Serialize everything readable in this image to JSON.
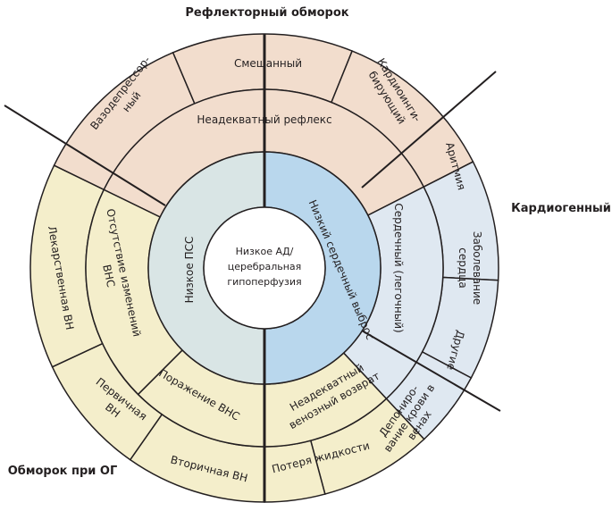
{
  "colors": {
    "reflex": "#f2ddcd",
    "cardio": "#dfe8f1",
    "orthostatic": "#f4eecb",
    "low_tpr": "#d9e5e5",
    "low_output": "#b9d7ed",
    "line": "#231f20",
    "white": "#ffffff"
  },
  "labels": {
    "reflex_syncope": "Рефлекторный обморок",
    "cardiogenic": "Кардиогенный",
    "orthostatic_syncope": "Обморок при ОГ"
  },
  "center": [
    "Низкое АД/",
    "церебральная",
    "гипоперфузия"
  ],
  "inner": {
    "low_tpr": "Низкое ПСС",
    "low_output": "Низкий сердечный выброс"
  },
  "middle": {
    "inadequate_reflex": "Неадекватный рефлекс",
    "cardiac": "Сердечный (легочный)",
    "inadequate_return": [
      "Неадекватный",
      "венозный возврат"
    ],
    "ans_damage": "Поражение ВНС",
    "no_ans_change": [
      "Отсутствие изменений",
      "ВНС"
    ]
  },
  "outer": {
    "vasodepressor": [
      "Вазодепрессор-",
      "ный"
    ],
    "mixed": "Смешанный",
    "cardioinhibitory": [
      "Кардиоинги-",
      "бирующий"
    ],
    "arrhythmia": "Аритмия",
    "heart_disease": [
      "Заболевание",
      "сердца"
    ],
    "other": "Другие",
    "venous_pooling": [
      "Депониро-",
      "вание крови в",
      "венах"
    ],
    "fluid_loss": "Потеря жидкости",
    "secondary_ans": "Вторичная ВН",
    "primary_ans": [
      "Первичная",
      "ВН"
    ],
    "drug_ans": "Лекарственная ВН"
  }
}
